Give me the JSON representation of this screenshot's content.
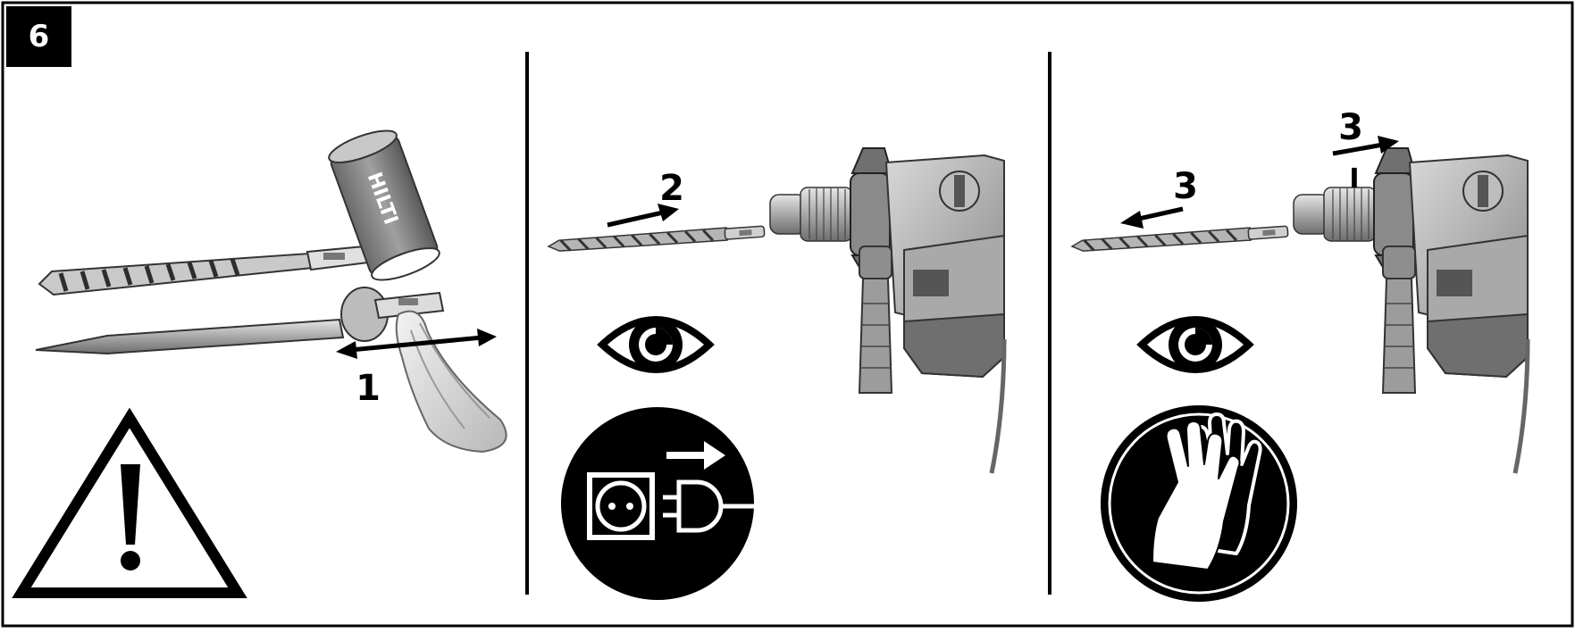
{
  "figure": {
    "number": "6",
    "logo_text": "HILTI",
    "step_labels": [
      "1",
      "2",
      "3",
      "3"
    ],
    "lock_mark": "I",
    "colors": {
      "ink": "#111111",
      "tool_light": "#d2d2d2",
      "tool_mid": "#9a9a9a",
      "tool_dark": "#555555",
      "cap": "#8c8c8c"
    }
  },
  "panels": [
    {
      "name": "panel-clean-insertion-end",
      "icons": [
        "warning-icon"
      ]
    },
    {
      "name": "panel-insert-tool",
      "icons": [
        "eye-inspect-icon",
        "unplug-power-icon"
      ]
    },
    {
      "name": "panel-remove-tool",
      "icons": [
        "eye-inspect-icon",
        "wear-gloves-icon"
      ]
    }
  ]
}
